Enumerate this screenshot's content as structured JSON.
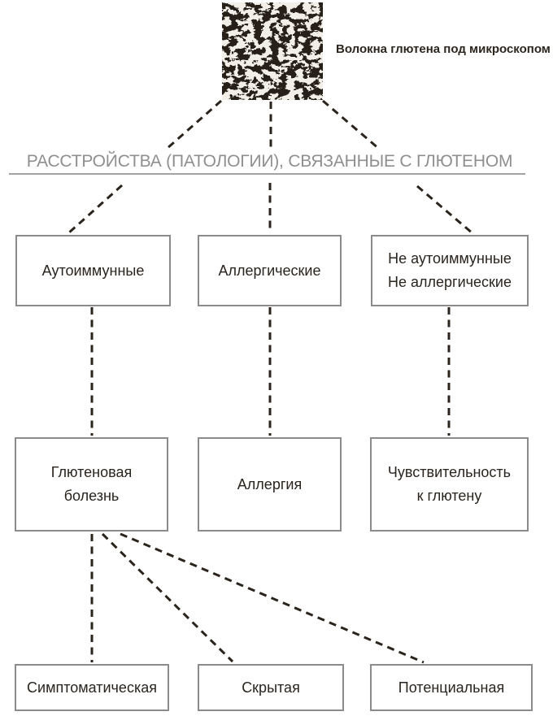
{
  "micrograph": {
    "caption": "Волокна глютена под микроскопом",
    "alt_name": "gluten-fibers-micrograph"
  },
  "title": "РАССТРОЙСТВА (ПАТОЛОГИИ), СВЯЗАННЫЕ С ГЛЮТЕНОМ",
  "boxes": {
    "autoimmune": {
      "line1": "Аутоиммунные"
    },
    "allergic": {
      "line1": "Аллергические"
    },
    "non_immune": {
      "line1": "Не аутоиммунные",
      "line2": "Не аллергические"
    },
    "celiac": {
      "line1": "Глютеновая",
      "line2": "болезнь"
    },
    "allergy": {
      "line1": "Аллергия"
    },
    "sensitivity": {
      "line1": "Чувствительность",
      "line2": "к глютену"
    },
    "symptomatic": {
      "line1": "Симптоматическая"
    },
    "latent": {
      "line1": "Скрытая"
    },
    "potential": {
      "line1": "Потенциальная"
    }
  },
  "edges": [
    {
      "from": "micrograph",
      "to": "title-left"
    },
    {
      "from": "micrograph",
      "to": "title-center"
    },
    {
      "from": "micrograph",
      "to": "title-right"
    },
    {
      "from": "title",
      "to": "autoimmune"
    },
    {
      "from": "title",
      "to": "allergic"
    },
    {
      "from": "title",
      "to": "non_immune"
    },
    {
      "from": "autoimmune",
      "to": "celiac"
    },
    {
      "from": "allergic",
      "to": "allergy"
    },
    {
      "from": "non_immune",
      "to": "sensitivity"
    },
    {
      "from": "celiac",
      "to": "symptomatic"
    },
    {
      "from": "celiac",
      "to": "latent"
    },
    {
      "from": "celiac",
      "to": "potential"
    }
  ],
  "colors": {
    "dash_line": "#2b241c",
    "box_border": "#8b8b8b",
    "box_text": "#2a241f",
    "title_text": "#8f8f8f",
    "underline": "#a3a3a3",
    "micrograph_dark": "#262019",
    "micrograph_light": "#f2efe9"
  }
}
